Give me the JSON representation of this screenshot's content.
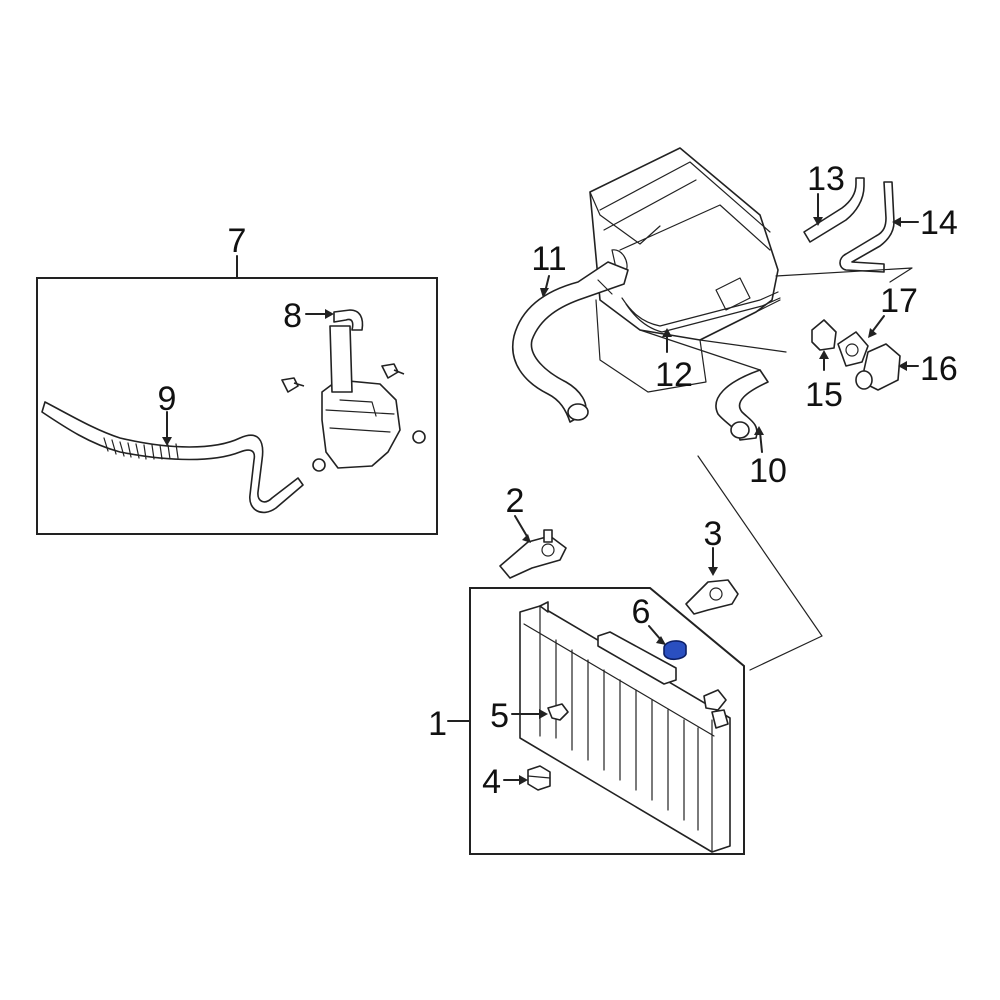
{
  "callouts": {
    "c1": "1",
    "c2": "2",
    "c3": "3",
    "c4": "4",
    "c5": "5",
    "c6": "6",
    "c7": "7",
    "c8": "8",
    "c9": "9",
    "c10": "10",
    "c11": "11",
    "c12": "12",
    "c13": "13",
    "c14": "14",
    "c15": "15",
    "c16": "16",
    "c17": "17"
  },
  "colors": {
    "highlight_part": "#2a4fc0",
    "line": "#222222"
  }
}
